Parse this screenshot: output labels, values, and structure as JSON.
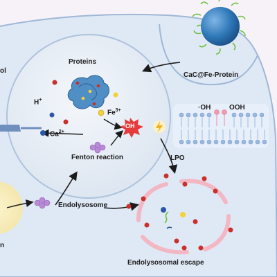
{
  "labels": {
    "nanoparticle": "CaC@Fe-Protein",
    "proteins": "Proteins",
    "h_plus": "H",
    "h_plus_charge": "+",
    "fe": "Fe",
    "fe_charge": "3+",
    "hydroxyl_center": "·OH",
    "ca": "Ca",
    "ca_charge": "2+",
    "fenton": "Fenton reaction",
    "lpo": "LPO",
    "oh_lipid": "·OH",
    "ooh_lipid": "OOH",
    "endolysosome": "Endolysosome",
    "escape": "Endolysosomal escape",
    "edge_left_1": "ol",
    "edge_left_2": "n"
  },
  "colors": {
    "background": "#f7f2f8",
    "cell": "#dfe9f5",
    "cell_border": "#9fb7d6",
    "vesicle": "#e8eef6",
    "nanoparticle": "#2f78b8",
    "ligand": "#6fbf3f",
    "protein": "#4f8fc6",
    "iron": "#f2d23c",
    "red_dot": "#c9302c",
    "calcium": "#2a57a8",
    "burst": "#e53b3b",
    "lipid_blue": "#9bb8df",
    "lipid_pink": "#f19ab0",
    "escape_membrane": "#f2b7c2",
    "purple_particle": "#b98ad6"
  }
}
